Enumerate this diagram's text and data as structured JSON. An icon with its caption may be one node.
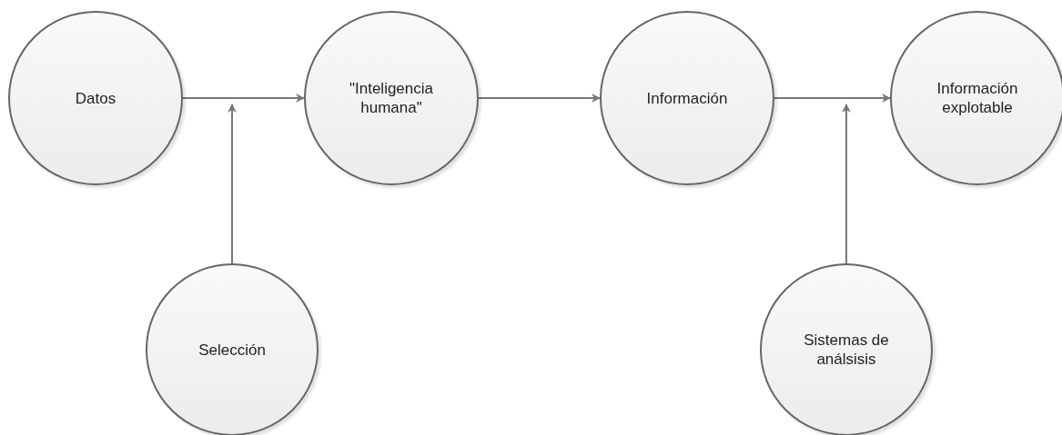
{
  "diagram": {
    "nodes": [
      {
        "text": [
          "Datos"
        ]
      },
      {
        "text": [
          "\"Inteligencia humana\""
        ]
      },
      {
        "text": [
          "Información"
        ]
      },
      {
        "text": [
          "Información explotable"
        ]
      },
      {
        "text": [
          "Selección"
        ]
      },
      {
        "text": [
          "Sistemas de análsisis"
        ]
      }
    ],
    "edges": [
      {
        "from": 0,
        "to": 1,
        "arrow": "to"
      },
      {
        "from": 1,
        "to": 2,
        "arrow": "to"
      },
      {
        "from": 2,
        "to": 3,
        "arrow": "to"
      },
      {
        "from": 4,
        "to": null,
        "arrow": "to"
      },
      {
        "from": 5,
        "to": null,
        "arrow": "to"
      }
    ]
  }
}
